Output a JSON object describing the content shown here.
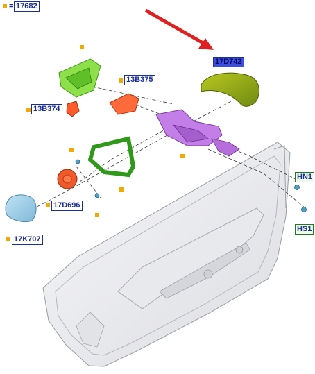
{
  "callouts": {
    "legend": "17682",
    "legend_eq": "=",
    "glass_cover": "17D742",
    "cap": "13B375",
    "motor": "13B374",
    "frame": "17D696",
    "glass": "17K707",
    "nut": "HN1",
    "screw": "HS1"
  },
  "colors": {
    "callout_border": "#1a2f9a",
    "selected_fill": "#3b4ee0",
    "fastener_border": "#1f7a1f",
    "marker": "#f5a800",
    "arrow": "#e02020"
  }
}
